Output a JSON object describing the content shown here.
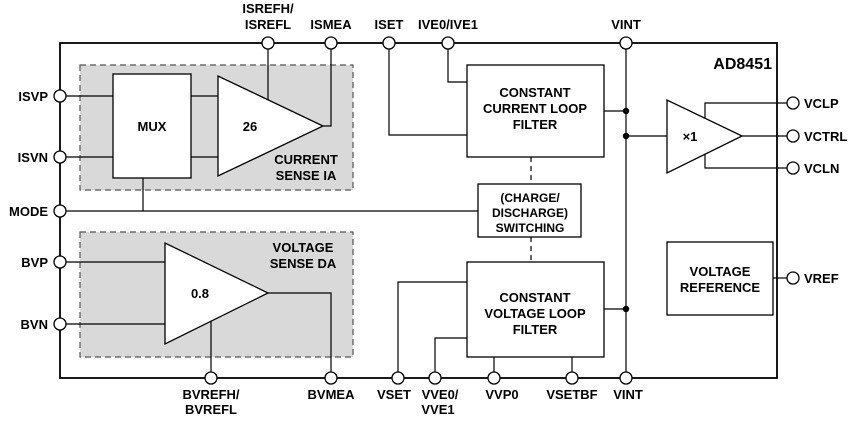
{
  "chip_name": "AD8451",
  "pins": {
    "top": {
      "isrefh": "ISREFH/",
      "isrefl": "ISREFL",
      "ismea": "ISMEA",
      "iset": "ISET",
      "ive": "IVE0/IVE1",
      "vint": "VINT"
    },
    "left": {
      "isvp": "ISVP",
      "isvn": "ISVN",
      "mode": "MODE",
      "bvp": "BVP",
      "bvn": "BVN"
    },
    "right": {
      "vclp": "VCLP",
      "vctrl": "VCTRL",
      "vcln": "VCLN",
      "vref": "VREF"
    },
    "bottom": {
      "bvrefh": "BVREFH/",
      "bvrefl": "BVREFL",
      "bvmea": "BVMEA",
      "vset": "VSET",
      "vve_line1": "VVE0/",
      "vve_line2": "VVE1",
      "vvp0": "VVP0",
      "vsetbf": "VSETBF",
      "vint": "VINT"
    }
  },
  "blocks": {
    "mux": "MUX",
    "current_amp_gain": "26",
    "current_sense_line1": "CURRENT",
    "current_sense_line2": "SENSE IA",
    "voltage_sense_line1": "VOLTAGE",
    "voltage_sense_line2": "SENSE DA",
    "voltage_amp_gain": "0.8",
    "cc_filter_line1": "CONSTANT",
    "cc_filter_line2": "CURRENT LOOP",
    "cc_filter_line3": "FILTER",
    "cv_filter_line1": "CONSTANT",
    "cv_filter_line2": "VOLTAGE LOOP",
    "cv_filter_line3": "FILTER",
    "switching_line1": "(CHARGE/",
    "switching_line2": "DISCHARGE)",
    "switching_line3": "SWITCHING",
    "buffer_gain": "×1",
    "vref_line1": "VOLTAGE",
    "vref_line2": "REFERENCE"
  }
}
